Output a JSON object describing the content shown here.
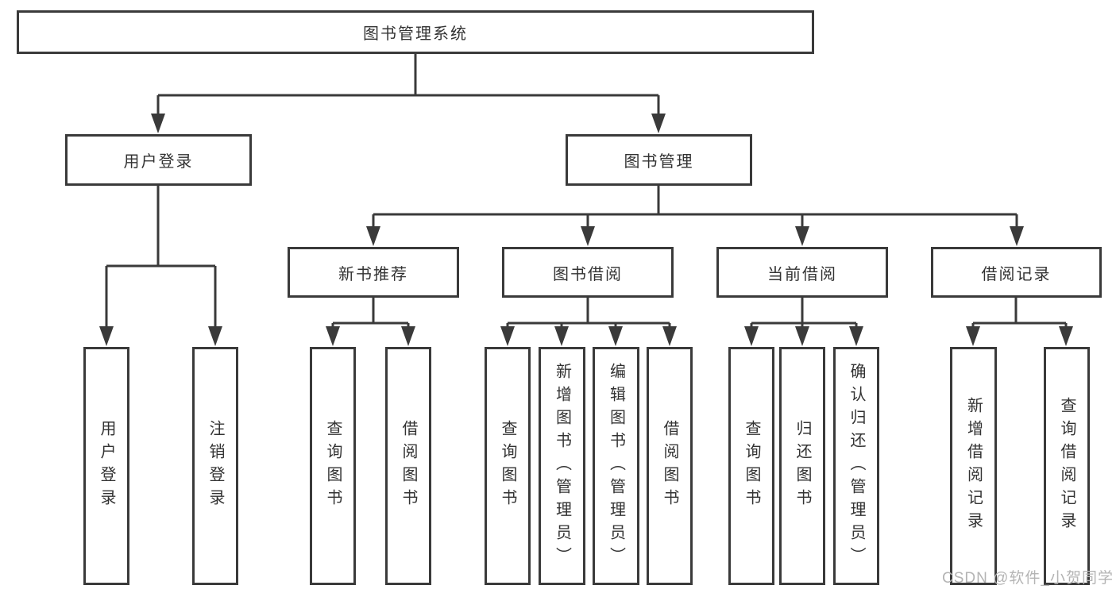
{
  "diagram": {
    "root": {
      "label": "图书管理系统"
    },
    "branches": [
      {
        "label": "用户登录",
        "children": [
          {
            "label": "用户登录"
          },
          {
            "label": "注销登录"
          }
        ]
      },
      {
        "label": "图书管理",
        "children": [
          {
            "label": "新书推荐",
            "children": [
              {
                "label": "查询图书"
              },
              {
                "label": "借阅图书"
              }
            ]
          },
          {
            "label": "图书借阅",
            "children": [
              {
                "label": "查询图书"
              },
              {
                "label": "新增图书（管理员）"
              },
              {
                "label": "编辑图书（管理员）"
              },
              {
                "label": "借阅图书"
              }
            ]
          },
          {
            "label": "当前借阅",
            "children": [
              {
                "label": "查询图书"
              },
              {
                "label": "归还图书"
              },
              {
                "label": "确认归还（管理员）"
              }
            ]
          },
          {
            "label": "借阅记录",
            "children": [
              {
                "label": "新增借阅记录"
              },
              {
                "label": "查询借阅记录"
              }
            ]
          }
        ]
      }
    ]
  },
  "watermark": {
    "text": "CSDN @软件_小贺同学"
  },
  "colors": {
    "line": "#3a3a3a",
    "text": "#333333",
    "background": "#ffffff",
    "watermark": "#b4b4b4"
  }
}
